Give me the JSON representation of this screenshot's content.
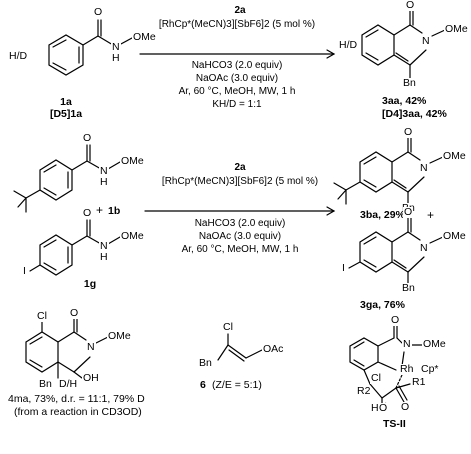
{
  "row1": {
    "sm_label": "1a",
    "sm_label2": "[D5]1a",
    "catalyst_label": "2a",
    "catalyst": "[RhCp*(MeCN)3][SbF6]2 (5 mol %)",
    "cond1": "NaHCO3 (2.0 equiv)",
    "cond2": "NaOAc (3.0 equiv)",
    "cond3": "Ar, 60 °C, MeOH, MW, 1 h",
    "kie": "KH/D = 1:1",
    "prod1": "3aa, 42%",
    "prod2": "[D4]3aa, 42%"
  },
  "row2": {
    "sm1_label": "1b",
    "plus": "+",
    "sm2_label": "1g",
    "catalyst_label": "2a",
    "catalyst": "[RhCp*(MeCN)3][SbF6]2 (5 mol %)",
    "cond1": "NaHCO3 (2.0 equiv)",
    "cond2": "NaOAc (3.0 equiv)",
    "cond3": "Ar, 60 °C, MeOH, MW, 1 h",
    "prod1": "3ba, 29%",
    "plus2": "+",
    "prod2": "3ga, 76%"
  },
  "row3": {
    "c4ma": "4ma, 73%, d.r. = 11:1, 79% D",
    "c4ma_note": "(from a reaction in CD3OD)",
    "c6_num": "6",
    "c6_ratio": "(Z/E = 5:1)",
    "ts": "TS-II"
  },
  "atoms": {
    "O": "O",
    "N": "N",
    "H": "H",
    "OMe": "OMe",
    "HD": "H/D",
    "Bn": "Bn",
    "I": "I",
    "Cl": "Cl",
    "OH": "OH",
    "DH": "D/H",
    "OAc": "OAc",
    "Rh": "Rh",
    "Cp": "Cp*",
    "R1": "R1",
    "R2": "R2",
    "HO": "H"
  }
}
